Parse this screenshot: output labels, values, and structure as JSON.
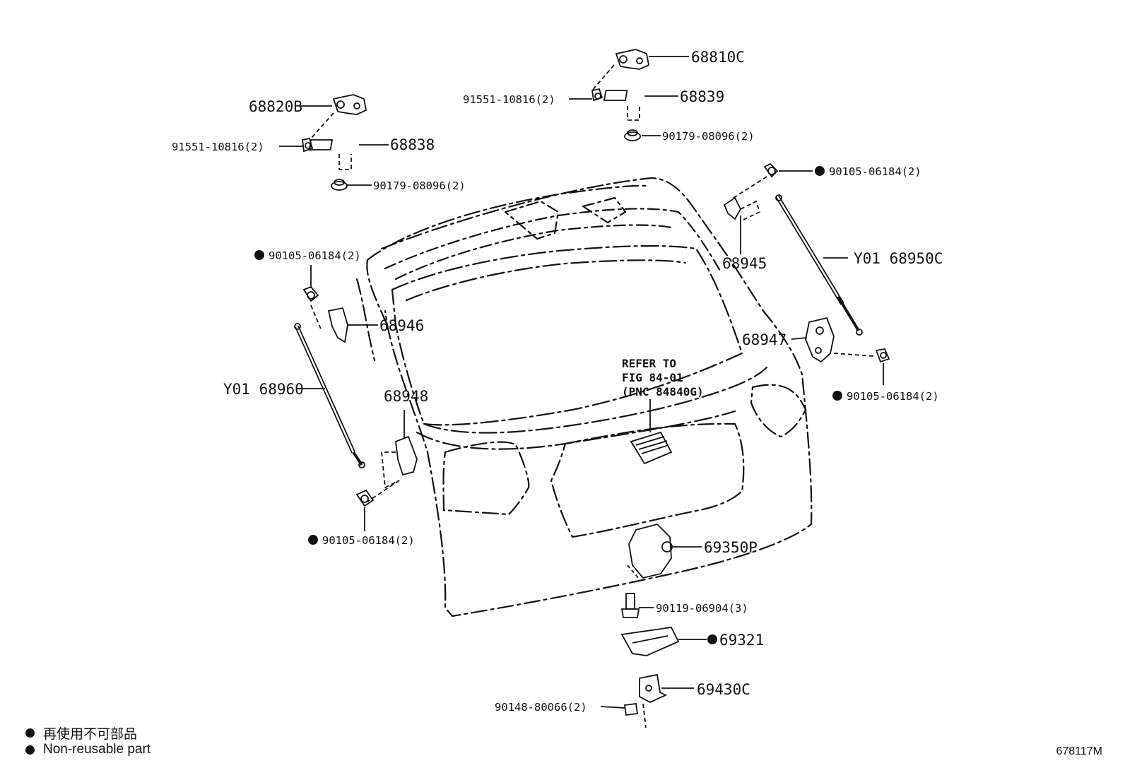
{
  "labels": {
    "p68810C": "68810C",
    "p91551_top": "91551-10816(2)",
    "p68839": "68839",
    "p90179_top": "90179-08096(2)",
    "p68820B": "68820B",
    "p91551_left": "91551-10816(2)",
    "p68838": "68838",
    "p90179_left": "90179-08096(2)",
    "p90105_topright": "90105-06184(2)",
    "p68945": "68945",
    "p68950C": "Y01 68950C",
    "p90105_left": "90105-06184(2)",
    "p68946": "68946",
    "p68947": "68947",
    "p90105_right": "90105-06184(2)",
    "p68960": "Y01 68960",
    "p68948": "68948",
    "ref_line1": "REFER TO",
    "ref_line2": "FIG 84-01",
    "ref_line3": "(PNC 84840G)",
    "p90105_bottomleft": "90105-06184(2)",
    "p69350P": "69350P",
    "p90119": "90119-06904(3)",
    "p69321": "69321",
    "p69430C": "69430C",
    "p90148": "90148-80066(2)"
  },
  "legend": {
    "jp": "再使用不可部品",
    "en": "Non-reusable part"
  },
  "diagram_id": "678117M"
}
